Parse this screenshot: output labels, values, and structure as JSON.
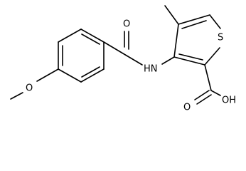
{
  "structure": {
    "atoms": {
      "amide_oxygen": "O",
      "amide_nitrogen": "HN",
      "ring_sulfur": "S",
      "methoxy_oxygen": "O",
      "acid_oxygen_double": "O",
      "acid_hydroxyl": "OH"
    }
  }
}
